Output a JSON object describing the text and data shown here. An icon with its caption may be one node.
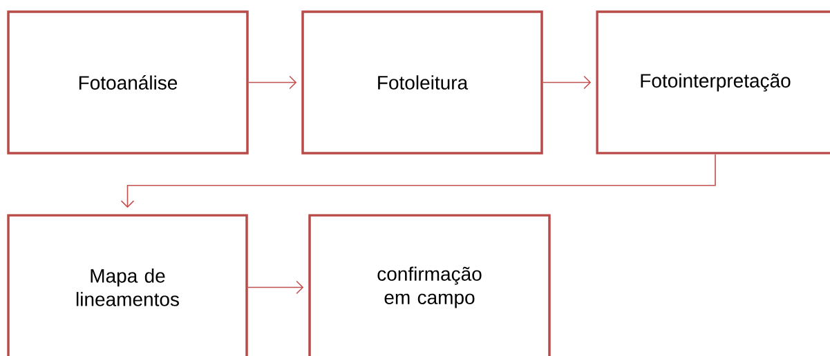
{
  "diagram": {
    "nodes": [
      {
        "text": [
          "Fotoanálise"
        ]
      },
      {
        "text": [
          "Fotoleitura"
        ]
      },
      {
        "text": [
          "Fotointerpretação"
        ]
      },
      {
        "text": [
          "Mapa de lineamentos"
        ]
      },
      {
        "text": [
          "confirmação em campo"
        ]
      }
    ],
    "edges": [
      {
        "from": 0,
        "to": 1,
        "arrow": "to"
      },
      {
        "from": 1,
        "to": 2,
        "arrow": "to"
      },
      {
        "from": 2,
        "to": 3,
        "arrow": "to"
      },
      {
        "from": 3,
        "to": 4,
        "arrow": "to"
      }
    ]
  }
}
